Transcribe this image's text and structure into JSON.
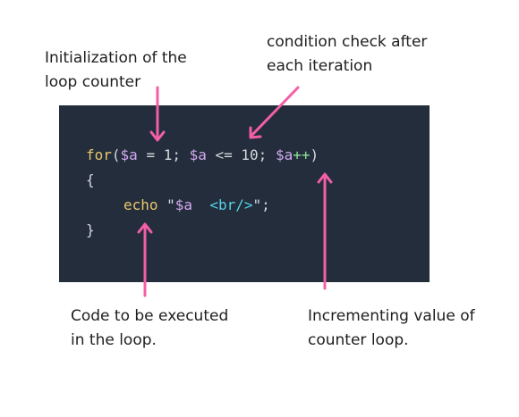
{
  "colors": {
    "arrow": "#f25fa6",
    "panel": "#232d3b",
    "keyword": "#e8c66b",
    "variable": "#d2a8ef",
    "plain": "#d6d9de",
    "tag": "#56d2e8",
    "increment": "#8fe39a"
  },
  "labels": {
    "init": [
      "Initialization of the",
      "loop counter"
    ],
    "condition": [
      "condition check after",
      "each iteration"
    ],
    "code": [
      "Code to be executed",
      "in the loop."
    ],
    "increment": [
      "Incrementing value of",
      "counter loop."
    ]
  },
  "code": {
    "line1": {
      "kw": "for",
      "open": "(",
      "var1": "$a",
      "init": " = 1; ",
      "var2": "$a",
      "cond": " <= 10; ",
      "var3": "$a",
      "inc": "++",
      "close": ")"
    },
    "line2": "{",
    "line3": {
      "kw": "echo",
      "quote_open": " \"",
      "var": "$a",
      "space": "  ",
      "tag": "<br/>",
      "quote_close": "\";"
    },
    "line4": "}"
  }
}
